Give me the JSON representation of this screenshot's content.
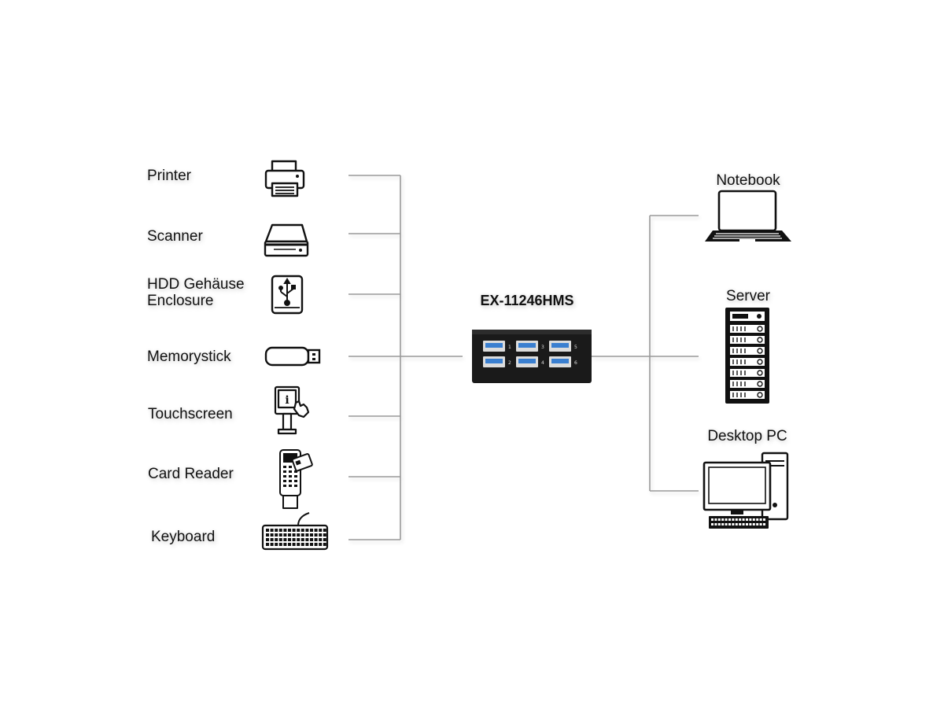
{
  "devices_left": [
    {
      "label": "Printer",
      "icon": "printer-icon"
    },
    {
      "label": "Scanner",
      "icon": "scanner-icon"
    },
    {
      "label_line1": "HDD Gehäuse",
      "label_line2": "Enclosure",
      "icon": "hdd-enclosure-icon"
    },
    {
      "label": "Memorystick",
      "icon": "usb-stick-icon"
    },
    {
      "label": "Touchscreen",
      "icon": "touchscreen-kiosk-icon"
    },
    {
      "label": "Card Reader",
      "icon": "card-reader-icon"
    },
    {
      "label": "Keyboard",
      "icon": "keyboard-icon"
    }
  ],
  "hub": {
    "model": "EX-11246HMS",
    "icon": "usb-hub-icon",
    "ports": [
      "1",
      "2",
      "3",
      "4",
      "5",
      "6"
    ],
    "body_color": "#1a1a1a",
    "port_color": "#3a7fd0"
  },
  "hosts_right": [
    {
      "label": "Notebook",
      "icon": "notebook-icon"
    },
    {
      "label": "Server",
      "icon": "server-icon"
    },
    {
      "label": "Desktop PC",
      "icon": "desktop-pc-icon"
    }
  ],
  "line_color": "#8a8a8a"
}
